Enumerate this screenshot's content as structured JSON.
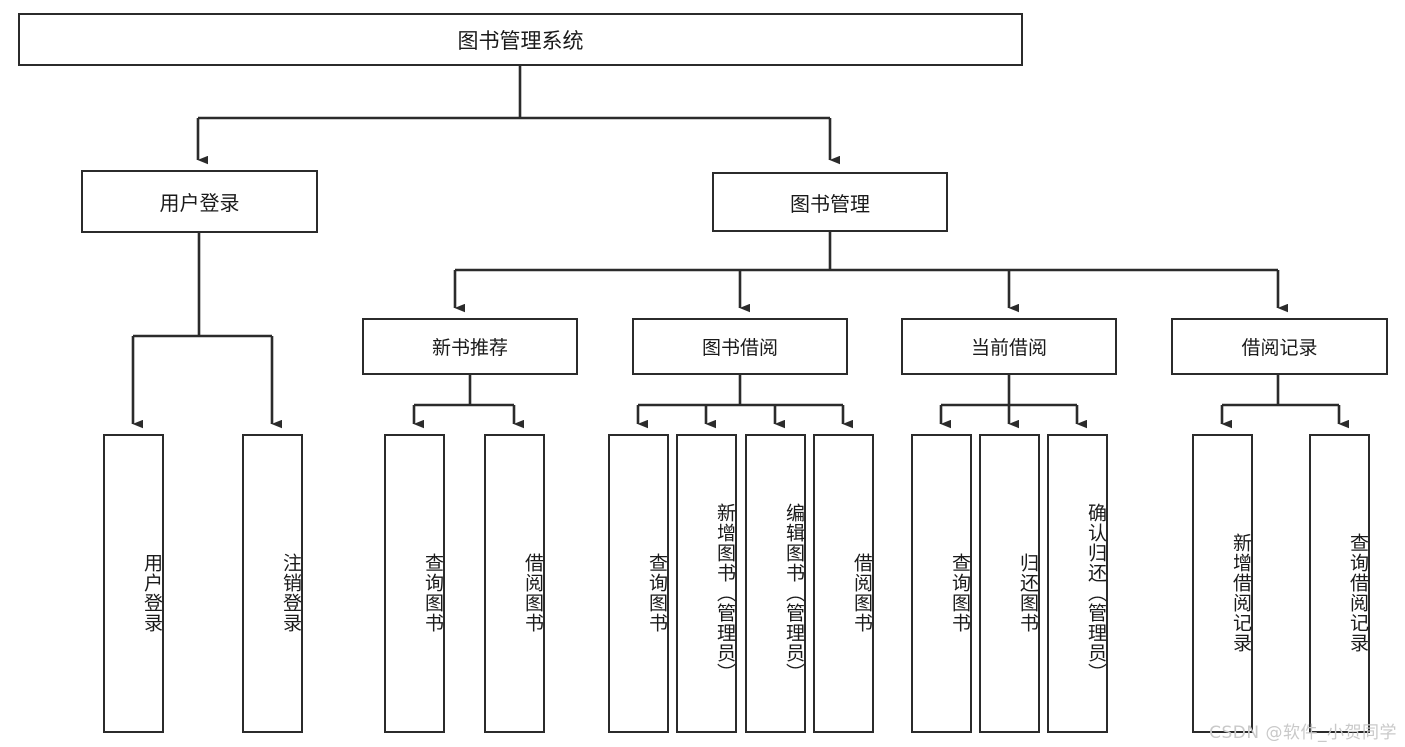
{
  "diagram": {
    "title": "图书管理系统",
    "type": "hierarchy-tree",
    "stroke_color": "#2b2b2b",
    "background_color": "#ffffff",
    "text_color": "#1a1a1a"
  },
  "nodes": {
    "root": {
      "label": "图书管理系统"
    },
    "level2": [
      {
        "label": "用户登录"
      },
      {
        "label": "图书管理"
      }
    ],
    "level3": [
      {
        "label": "新书推荐"
      },
      {
        "label": "图书借阅"
      },
      {
        "label": "当前借阅"
      },
      {
        "label": "借阅记录"
      }
    ],
    "leaves": {
      "user_login": [
        {
          "label": "用户登录"
        },
        {
          "label": "注销登录"
        }
      ],
      "new_book_recommend": [
        {
          "label": "查询图书"
        },
        {
          "label": "借阅图书"
        }
      ],
      "book_borrow": [
        {
          "label": "查询图书"
        },
        {
          "label": "新增图书（管理员）"
        },
        {
          "label": "编辑图书（管理员）"
        },
        {
          "label": "借阅图书"
        }
      ],
      "current_borrow": [
        {
          "label": "查询图书"
        },
        {
          "label": "归还图书"
        },
        {
          "label": "确认归还（管理员）"
        }
      ],
      "borrow_record": [
        {
          "label": "新增借阅记录"
        },
        {
          "label": "查询借阅记录"
        }
      ]
    }
  },
  "watermark": {
    "text": "CSDN @软件_小贺同学",
    "color": "#c9c9c9"
  }
}
